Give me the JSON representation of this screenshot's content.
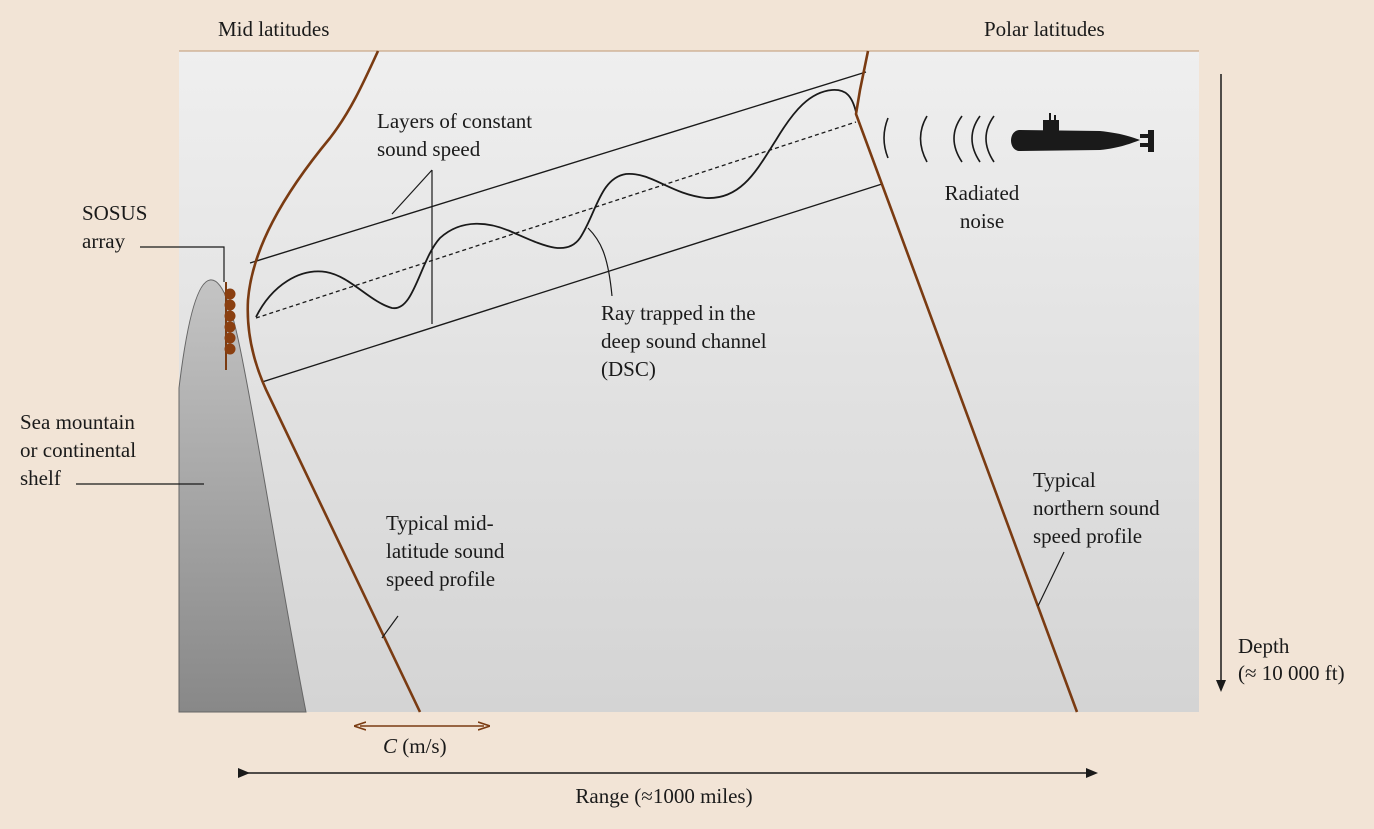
{
  "labels": {
    "mid_latitudes": "Mid latitudes",
    "polar_latitudes": "Polar latitudes",
    "layers_line1": "Layers of constant",
    "layers_line2": "sound speed",
    "sosus_line1": "SOSUS",
    "sosus_line2": "array",
    "radiated_line1": "Radiated",
    "radiated_line2": "noise",
    "ray_line1": "Ray trapped in the",
    "ray_line2": "deep sound channel",
    "ray_line3": "(DSC)",
    "mountain_line1": "Sea mountain",
    "mountain_line2": "or continental",
    "mountain_line3": "shelf",
    "typical_mid_line1": "Typical mid-",
    "typical_mid_line2": "latitude sound",
    "typical_mid_line3": "speed profile",
    "typical_north_line1": "Typical",
    "typical_north_line2": "northern sound",
    "typical_north_line3": "speed profile",
    "depth_line1": "Depth",
    "depth_line2": "(≈ 10 000 ft)",
    "c_italic": "C",
    "c_unit": " (m/s)",
    "range": "Range (≈1000 miles)"
  },
  "colors": {
    "background": "#f2e4d6",
    "ocean_top": "#efefef",
    "ocean_bottom": "#d4d4d4",
    "profile": "#7a3b12",
    "mountain_top": "#c2c2c2",
    "mountain_bottom": "#8a8a8a",
    "array_dots": "#8a3f10"
  },
  "icons": {
    "submarine": "submarine-icon",
    "sound_waves": "sound-wave-icon",
    "hydrophone": "hydrophone-icon"
  }
}
